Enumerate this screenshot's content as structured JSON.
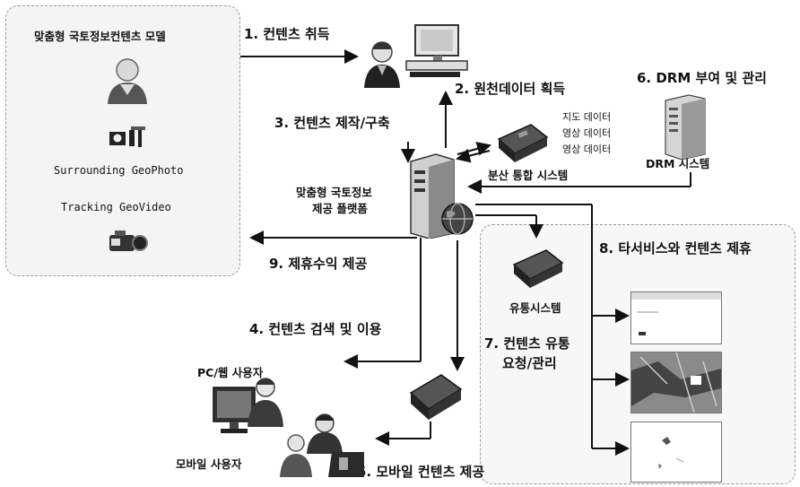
{
  "left_panel": {
    "title": "맞춤형 국토정보컨텐츠 모델",
    "photo_label": "Surrounding GeoPhoto",
    "video_label": "Tracking GeoVideo"
  },
  "steps": {
    "s1": "1. 컨텐츠 취득",
    "s2": "2. 원천데이터 획득",
    "s3": "3. 컨텐츠 제작/구축",
    "s4": "4. 컨텐츠 검색 및 이용",
    "s5": "5. 모바일 컨텐츠 제공",
    "s6": "6. DRM 부여 및 관리",
    "s7_line1": "7. 컨텐츠 유통",
    "s7_line2": "요청/관리",
    "s8": "8. 타서비스와 컨텐츠 제휴",
    "s9": "9. 제휴수익 제공"
  },
  "nodes": {
    "platform_line1": "맞춤형 국토정보",
    "platform_line2": "제공 플랫폼",
    "distributed": "분산 통합 시스템",
    "drm": "DRM 시스템",
    "distribution": "유통시스템",
    "pc_user": "PC/웹 사용자",
    "mobile_user": "모바일 사용자"
  },
  "data_types": [
    "지도 데이터",
    "영상 데이터",
    "영상 데이터"
  ],
  "icons": [
    "person-icon",
    "camera-icon",
    "camcorder-icon",
    "computer-icon",
    "server-icon",
    "storage-icon",
    "drm-server-icon",
    "globe-icon",
    "monitor-icon"
  ]
}
